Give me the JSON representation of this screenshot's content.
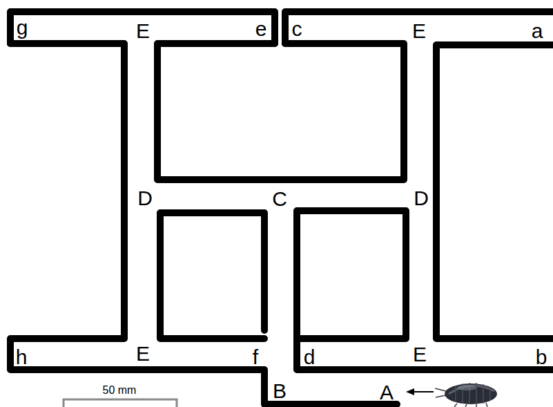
{
  "diagram": {
    "labels": [
      "g",
      "E",
      "e",
      "c",
      "E",
      "a",
      "D",
      "C",
      "D",
      "h",
      "E",
      "f",
      "d",
      "E",
      "b",
      "B",
      "A",
      "50 mm"
    ]
  }
}
